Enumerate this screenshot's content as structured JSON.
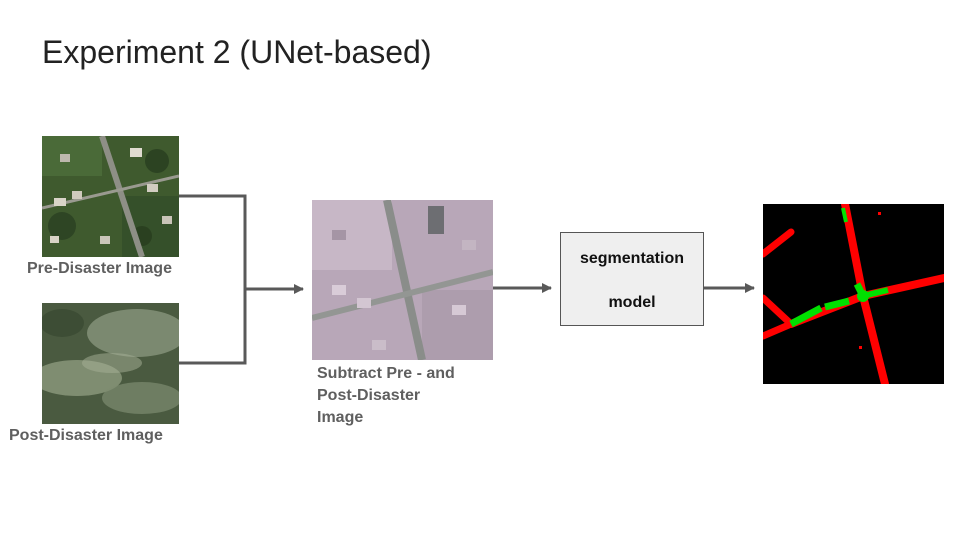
{
  "title": "Experiment 2 (UNet-based)",
  "inputs": {
    "pre_label": "Pre-Disaster Image",
    "post_label": "Post-Disaster Image"
  },
  "difference": {
    "label_lines": [
      "Subtract Pre - and",
      "Post-Disaster",
      "Image"
    ]
  },
  "model_box": {
    "line1": "segmentation",
    "line2": "model"
  },
  "colors": {
    "arrow": "#595959",
    "box_fill": "#efefef",
    "mask_road": "#ff0000",
    "mask_match": "#00e000",
    "mask_background": "#000000"
  }
}
